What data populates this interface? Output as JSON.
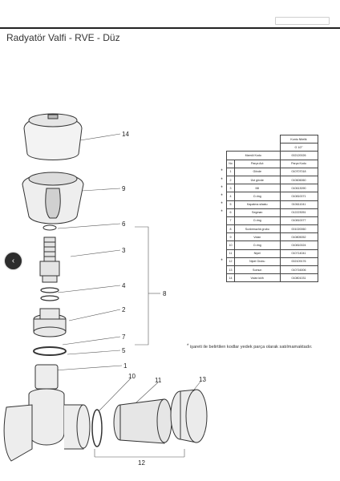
{
  "page": {
    "title": "Radyatör Valfi - RVE - Düz",
    "nav_prev_icon": "‹"
  },
  "diagram": {
    "callouts": [
      "14",
      "9",
      "6",
      "3",
      "4",
      "2",
      "7",
      "5",
      "1",
      "10",
      "11",
      "13",
      "12",
      "8"
    ]
  },
  "table": {
    "header_top": "Kuntu Nitelik",
    "header_size": "G 1/2\"",
    "header_label": "Mamül Kodu",
    "header_code": "002120026",
    "col_no": "No",
    "col_name": "Parça Adı",
    "col_code": "Parça Kodu",
    "rows": [
      {
        "mark": "*",
        "no": "1",
        "name": "Gövde",
        "code": "010707018"
      },
      {
        "mark": "*",
        "no": "2",
        "name": "Üst gövde",
        "code": "010606060"
      },
      {
        "mark": "*",
        "no": "3",
        "name": "Mil",
        "code": "010613090"
      },
      {
        "mark": "*",
        "no": "4",
        "name": "O-ring",
        "code": "010810071"
      },
      {
        "mark": "*",
        "no": "5",
        "name": "Kapatma silastu",
        "code": "010611041"
      },
      {
        "mark": "*",
        "no": "6",
        "name": "Segman",
        "code": "012223051"
      },
      {
        "mark": "",
        "no": "7",
        "name": "O-ring",
        "code": "010810077"
      },
      {
        "mark": "",
        "no": "8",
        "name": "Sızdırmazlık grubu",
        "code": "001020060"
      },
      {
        "mark": "",
        "no": "9",
        "name": "Volan",
        "code": "010805052"
      },
      {
        "mark": "",
        "no": "10",
        "name": "O-ring",
        "code": "010810024"
      },
      {
        "mark": "",
        "no": "11",
        "name": "Nipel",
        "code": "010714041"
      },
      {
        "mark": "*",
        "no": "12",
        "name": "Nipel Grubu",
        "code": "002109176"
      },
      {
        "mark": "",
        "no": "13",
        "name": "Somun",
        "code": "010716006"
      },
      {
        "mark": "",
        "no": "14",
        "name": "Volan kılıfı",
        "code": "010801031"
      }
    ]
  },
  "footnote": {
    "star": "*",
    "text": "işareti ile belirtilen kodlar yedek parça olarak satılmamaktadır."
  }
}
